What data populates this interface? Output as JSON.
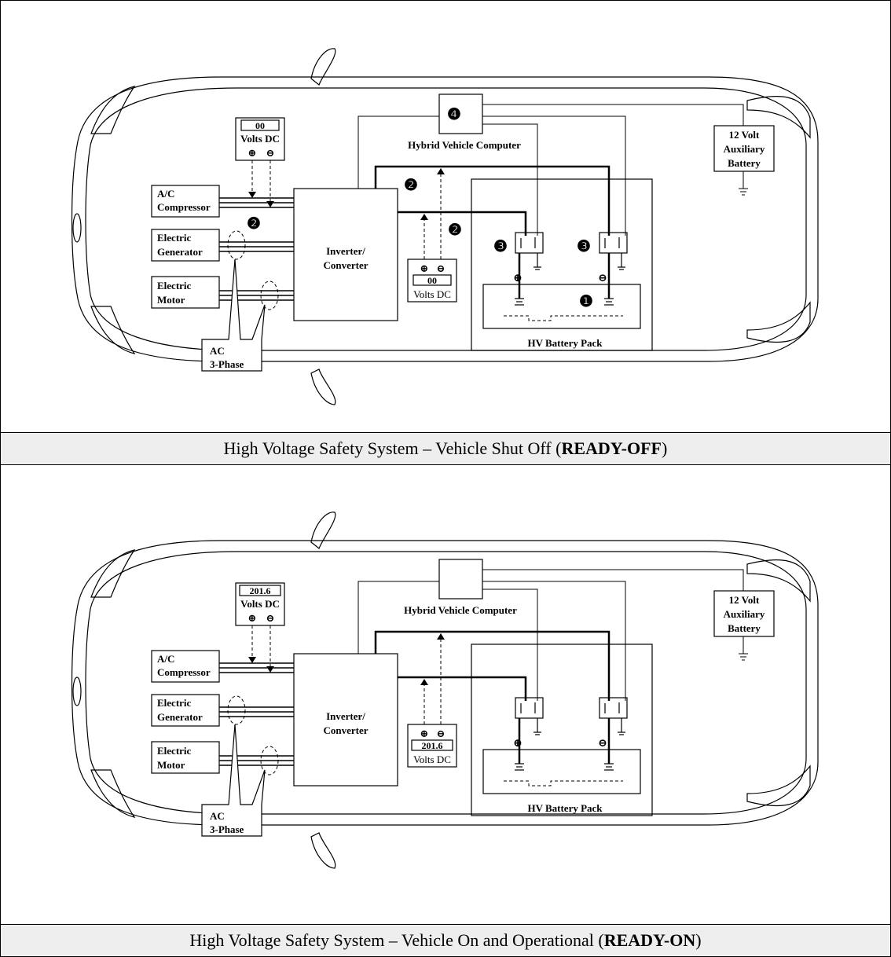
{
  "colors": {
    "line": "#000000",
    "caption_bg": "#eeeeee",
    "panel_bg": "#ffffff"
  },
  "panels": [
    {
      "caption_prefix": "High Voltage Safety System – Vehicle Shut Off (",
      "caption_bold": "READY-OFF",
      "caption_suffix": ")",
      "labels": {
        "ac_compressor_1": "A/C",
        "ac_compressor_2": "Compressor",
        "generator_1": "Electric",
        "generator_2": "Generator",
        "motor_1": "Electric",
        "motor_2": "Motor",
        "ac3_1": "AC",
        "ac3_2": "3-Phase",
        "inverter_1": "Inverter/",
        "inverter_2": "Converter",
        "computer": "Hybrid Vehicle Computer",
        "aux_1": "12 Volt",
        "aux_2": "Auxiliary",
        "aux_3": "Battery",
        "battery_pack": "HV Battery Pack",
        "volts_dc": "Volts DC",
        "meter_left_value": "00",
        "meter_right_value": "00",
        "plus": "⊕",
        "minus": "⊖",
        "marker_1": "❶",
        "marker_2": "❷",
        "marker_3": "❸",
        "marker_4": "❹"
      }
    },
    {
      "caption_prefix": "High Voltage Safety System – Vehicle On and Operational (",
      "caption_bold": "READY-ON",
      "caption_suffix": ")",
      "labels": {
        "ac_compressor_1": "A/C",
        "ac_compressor_2": "Compressor",
        "generator_1": "Electric",
        "generator_2": "Generator",
        "motor_1": "Electric",
        "motor_2": "Motor",
        "ac3_1": "AC",
        "ac3_2": "3-Phase",
        "inverter_1": "Inverter/",
        "inverter_2": "Converter",
        "computer": "Hybrid Vehicle Computer",
        "aux_1": "12 Volt",
        "aux_2": "Auxiliary",
        "aux_3": "Battery",
        "battery_pack": "HV Battery Pack",
        "volts_dc": "Volts DC",
        "meter_left_value": "201.6",
        "meter_right_value": "201.6",
        "plus": "⊕",
        "minus": "⊖"
      }
    }
  ]
}
